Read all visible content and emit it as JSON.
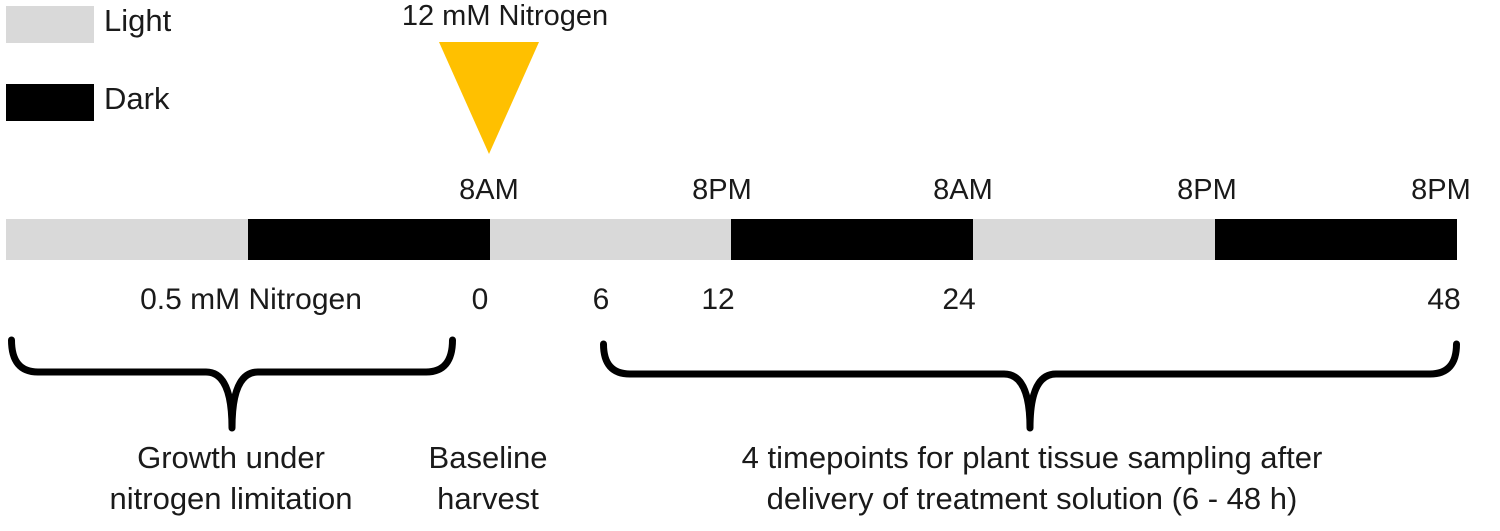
{
  "colors": {
    "light": "#d9d9d9",
    "dark": "#000000",
    "marker": "#ffc000"
  },
  "legend": {
    "items": [
      {
        "label": "Light"
      },
      {
        "label": "Dark"
      }
    ]
  },
  "marker": {
    "label": "12 mM Nitrogen"
  },
  "timeline": {
    "pre_treatment_label": "0.5 mM Nitrogen",
    "clock_labels": [
      "8AM",
      "8PM",
      "8AM",
      "8PM",
      "8PM"
    ],
    "hour_labels": [
      "0",
      "6",
      "12",
      "24",
      "48"
    ]
  },
  "captions": {
    "growth": {
      "line1": "Growth under",
      "line2": "nitrogen limitation"
    },
    "baseline": {
      "line1": "Baseline",
      "line2": "harvest"
    },
    "sampling": {
      "line1": "4 timepoints for plant tissue sampling after",
      "line2": "delivery of treatment solution (6 - 48 h)"
    }
  }
}
